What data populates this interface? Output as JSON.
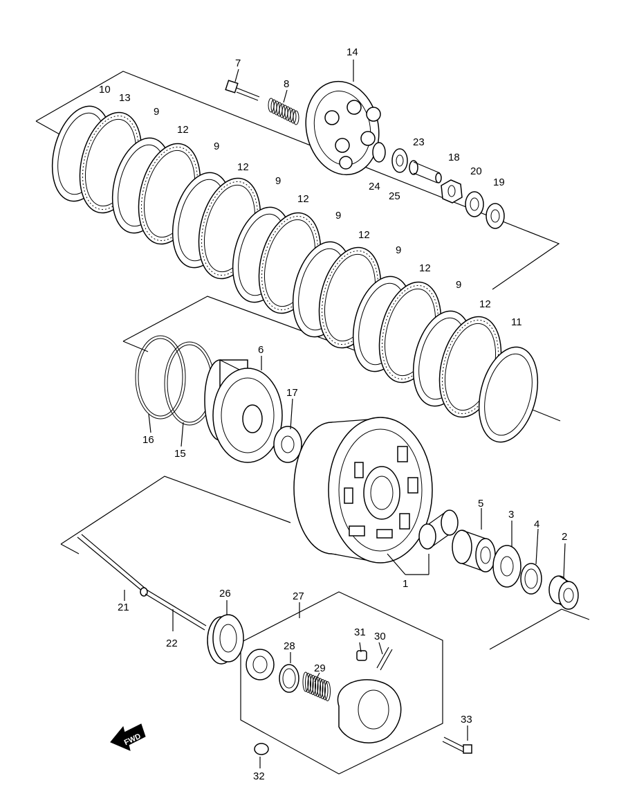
{
  "callouts": [
    "1",
    "2",
    "3",
    "4",
    "5",
    "6",
    "7",
    "8",
    "9",
    "10",
    "11",
    "12",
    "13",
    "14",
    "15",
    "16",
    "17",
    "18",
    "19",
    "20",
    "21",
    "22",
    "23",
    "24",
    "25",
    "26",
    "27",
    "28",
    "29",
    "30",
    "31",
    "32",
    "33"
  ],
  "fwd_label": "FWD"
}
